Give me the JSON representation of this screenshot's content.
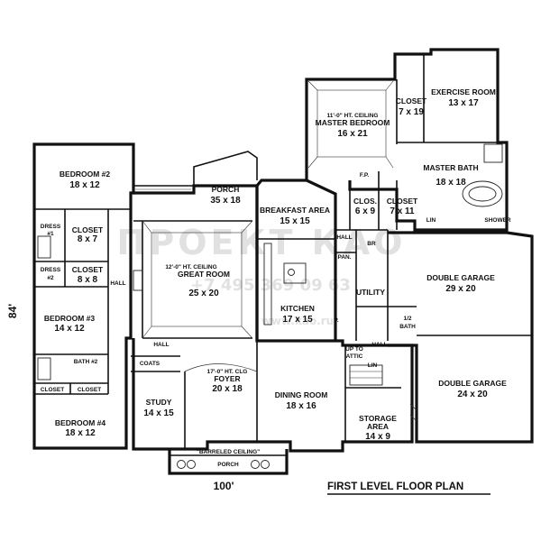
{
  "rooms": [
    {
      "id": "bedroom2",
      "name": "BEDROOM #2",
      "dims": "18 x 12"
    },
    {
      "id": "dress1",
      "name": "DRESS",
      "sub": "#1"
    },
    {
      "id": "closet1",
      "name": "CLOSET",
      "dims": "8 x 7"
    },
    {
      "id": "dress2",
      "name": "DRESS",
      "sub": "#2"
    },
    {
      "id": "closet2",
      "name": "CLOSET",
      "dims": "8 x 8"
    },
    {
      "id": "hall-left",
      "name": "HALL"
    },
    {
      "id": "bedroom3",
      "name": "BEDROOM #3",
      "dims": "14 x 12"
    },
    {
      "id": "bath2",
      "name": "BATH #2"
    },
    {
      "id": "closet-a",
      "name": "CLOSET"
    },
    {
      "id": "closet-b",
      "name": "CLOSET"
    },
    {
      "id": "bedroom4",
      "name": "BEDROOM #4",
      "dims": "18 x 12"
    },
    {
      "id": "porch-top",
      "name": "PORCH",
      "dims": "35 x 18"
    },
    {
      "id": "great-room",
      "name": "GREAT ROOM",
      "dims": "25 x 20",
      "note": "12'-0\" HT. CEILING"
    },
    {
      "id": "breakfast",
      "name": "BREAKFAST AREA",
      "dims": "15 x 15"
    },
    {
      "id": "kitchen",
      "name": "KITCHEN",
      "dims": "17 x 15"
    },
    {
      "id": "master-bedroom",
      "name": "MASTER BEDROOM",
      "dims": "16 x 21",
      "note": "11'-0\" HT. CEILING"
    },
    {
      "id": "closet-master",
      "name": "CLOSET",
      "dims": "7 x 19"
    },
    {
      "id": "exercise",
      "name": "EXERCISE ROOM",
      "dims": "13 x 17"
    },
    {
      "id": "master-bath",
      "name": "MASTER BATH",
      "dims": "18 x 18"
    },
    {
      "id": "shower",
      "name": "SHOWER"
    },
    {
      "id": "clos-small",
      "name": "CLOS.",
      "dims": "6 x 9"
    },
    {
      "id": "closet-711",
      "name": "CLOSET",
      "dims": "7 x 11"
    },
    {
      "id": "hall-mid",
      "name": "HALL"
    },
    {
      "id": "pan",
      "name": "PAN."
    },
    {
      "id": "utility",
      "name": "UTILITY"
    },
    {
      "id": "double-garage-1",
      "name": "DOUBLE GARAGE",
      "dims": "29 x 20"
    },
    {
      "id": "half-bath",
      "name": "1/2",
      "sub": "BATH"
    },
    {
      "id": "double-garage-2",
      "name": "DOUBLE GARAGE",
      "dims": "24 x 20"
    },
    {
      "id": "hall-center",
      "name": "HALL"
    },
    {
      "id": "coats",
      "name": "COATS"
    },
    {
      "id": "study",
      "name": "STUDY",
      "dims": "14 x 15"
    },
    {
      "id": "foyer",
      "name": "FOYER",
      "dims": "20 x 18",
      "note": "17'-0\" HT. CLG"
    },
    {
      "id": "dining",
      "name": "DINING ROOM",
      "dims": "18 x 16"
    },
    {
      "id": "storage",
      "name": "STORAGE",
      "sub": "AREA",
      "dims": "14 x 9"
    },
    {
      "id": "porch-front",
      "name": "PORCH",
      "note": "\"BARRELED CEILING\""
    },
    {
      "id": "hall-right",
      "name": "HALL"
    },
    {
      "id": "up-to-attic",
      "name": "UP TO",
      "sub": "ATTIC"
    }
  ],
  "small_labels": {
    "lin1": "LIN",
    "lin2": "LIN",
    "br": "BR",
    "fp": "F.P.",
    "p": "P."
  },
  "dimensions": {
    "width": "100'",
    "depth": "84'"
  },
  "title": "FIRST LEVEL FLOOR PLAN",
  "watermark": {
    "brand": "ПРОЕКТ КАО",
    "phone": "+7 495 369 09 63",
    "site": "www.kao.ru"
  }
}
